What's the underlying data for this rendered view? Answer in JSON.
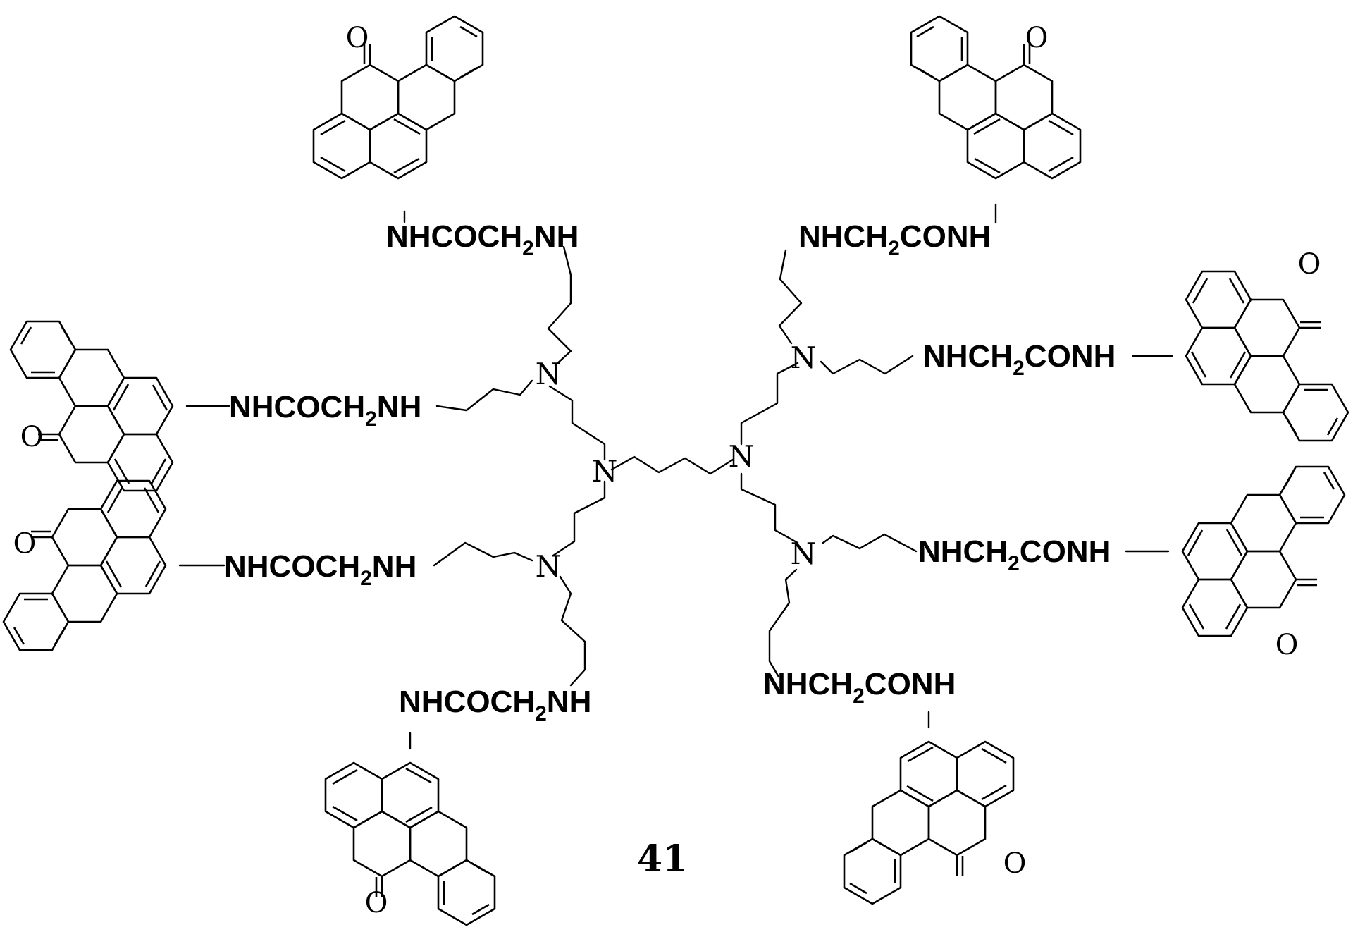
{
  "diagram": {
    "compound_number": "41",
    "core_atom": "N",
    "carbonyl_atom": "O",
    "left_arm_label": "NHCOCH",
    "left_arm_tail": "NH",
    "right_arm_head": "NHCH",
    "right_arm_tail": "CONH",
    "subscript": "2"
  }
}
